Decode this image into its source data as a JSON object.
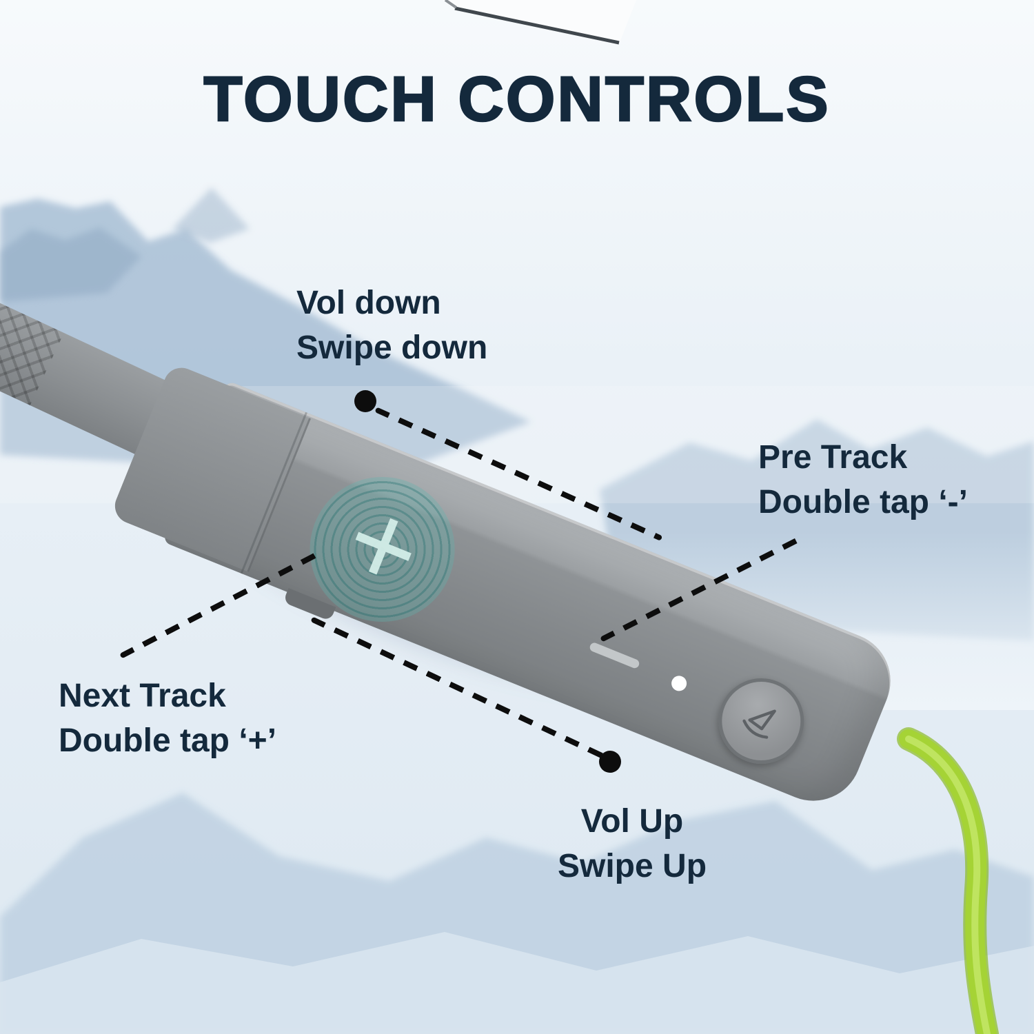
{
  "title": "TOUCH CONTROLS",
  "labels": {
    "vol_down": {
      "line1": "Vol down",
      "line2": "Swipe down"
    },
    "pre_track": {
      "line1": "Pre Track",
      "line2": "Double tap ‘-’"
    },
    "next_track": {
      "line1": "Next Track",
      "line2": "Double tap ‘+’"
    },
    "vol_up": {
      "line1": "Vol Up",
      "line2": "Swipe Up"
    }
  },
  "device": {
    "touchpad_symbol": "+",
    "brand_icon": "boat-sailboat-logo"
  },
  "colors": {
    "text_navy": "#14293c",
    "touchpad_teal": "#2f8a86",
    "cable_green": "#a5d335",
    "device_gray": "#8d9194",
    "background_blue": "#dce7f1"
  }
}
